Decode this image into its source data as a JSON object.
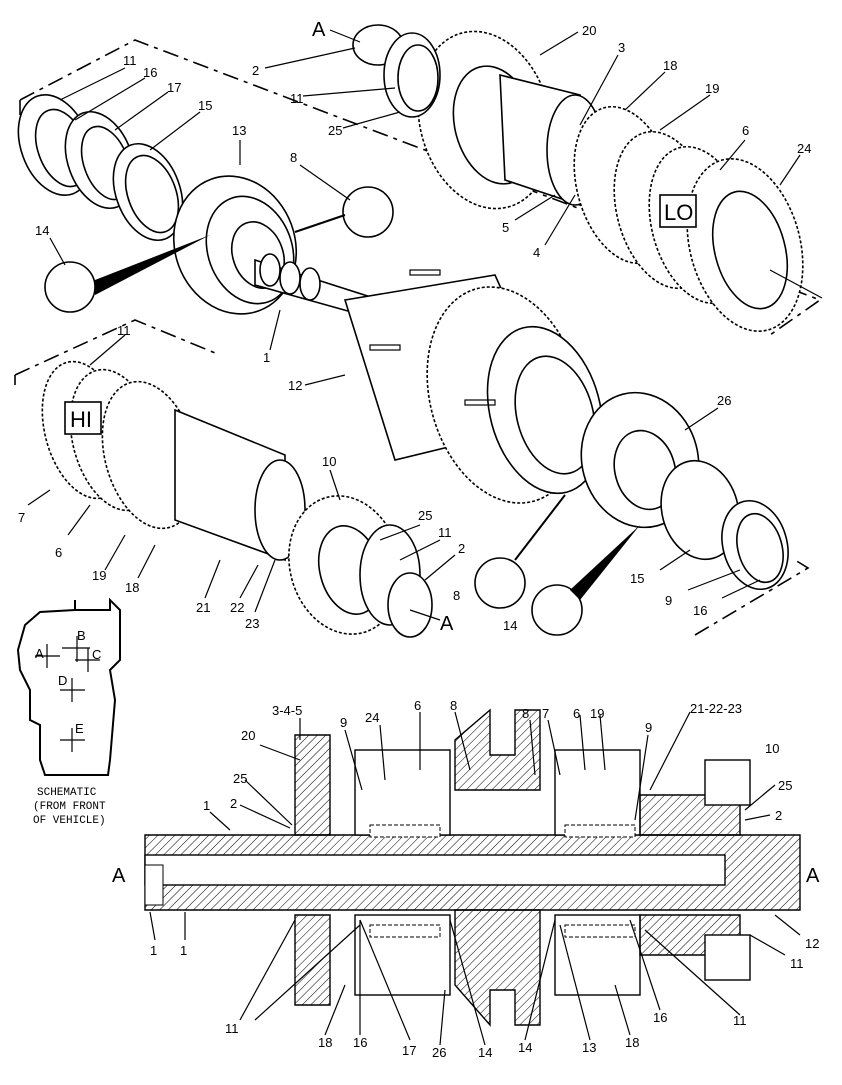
{
  "callouts": {
    "A_top": "A",
    "A_mid": "A",
    "A_left": "A",
    "A_right": "A",
    "n1": "1",
    "n2": "2",
    "n3": "3",
    "n4": "4",
    "n5": "5",
    "n6": "6",
    "n7": "7",
    "n8": "8",
    "n9": "9",
    "n10": "10",
    "n11": "11",
    "n12": "12",
    "n13": "13",
    "n14": "14",
    "n15": "15",
    "n16": "16",
    "n17": "17",
    "n18": "18",
    "n19": "19",
    "n20": "20",
    "n21": "21",
    "n22": "22",
    "n23": "23",
    "n24": "24",
    "n25": "25",
    "n26": "26",
    "n345": "3-4-5",
    "n212223": "21-22-23"
  },
  "boxes": {
    "lo": "LO",
    "hi": "HI"
  },
  "schematic": {
    "line1": "SCHEMATIC",
    "line2": "(FROM FRONT",
    "line3": "OF VEHICLE)",
    "pos_a": "A",
    "pos_b": "B",
    "pos_c": "C",
    "pos_d": "D",
    "pos_e": "E"
  }
}
